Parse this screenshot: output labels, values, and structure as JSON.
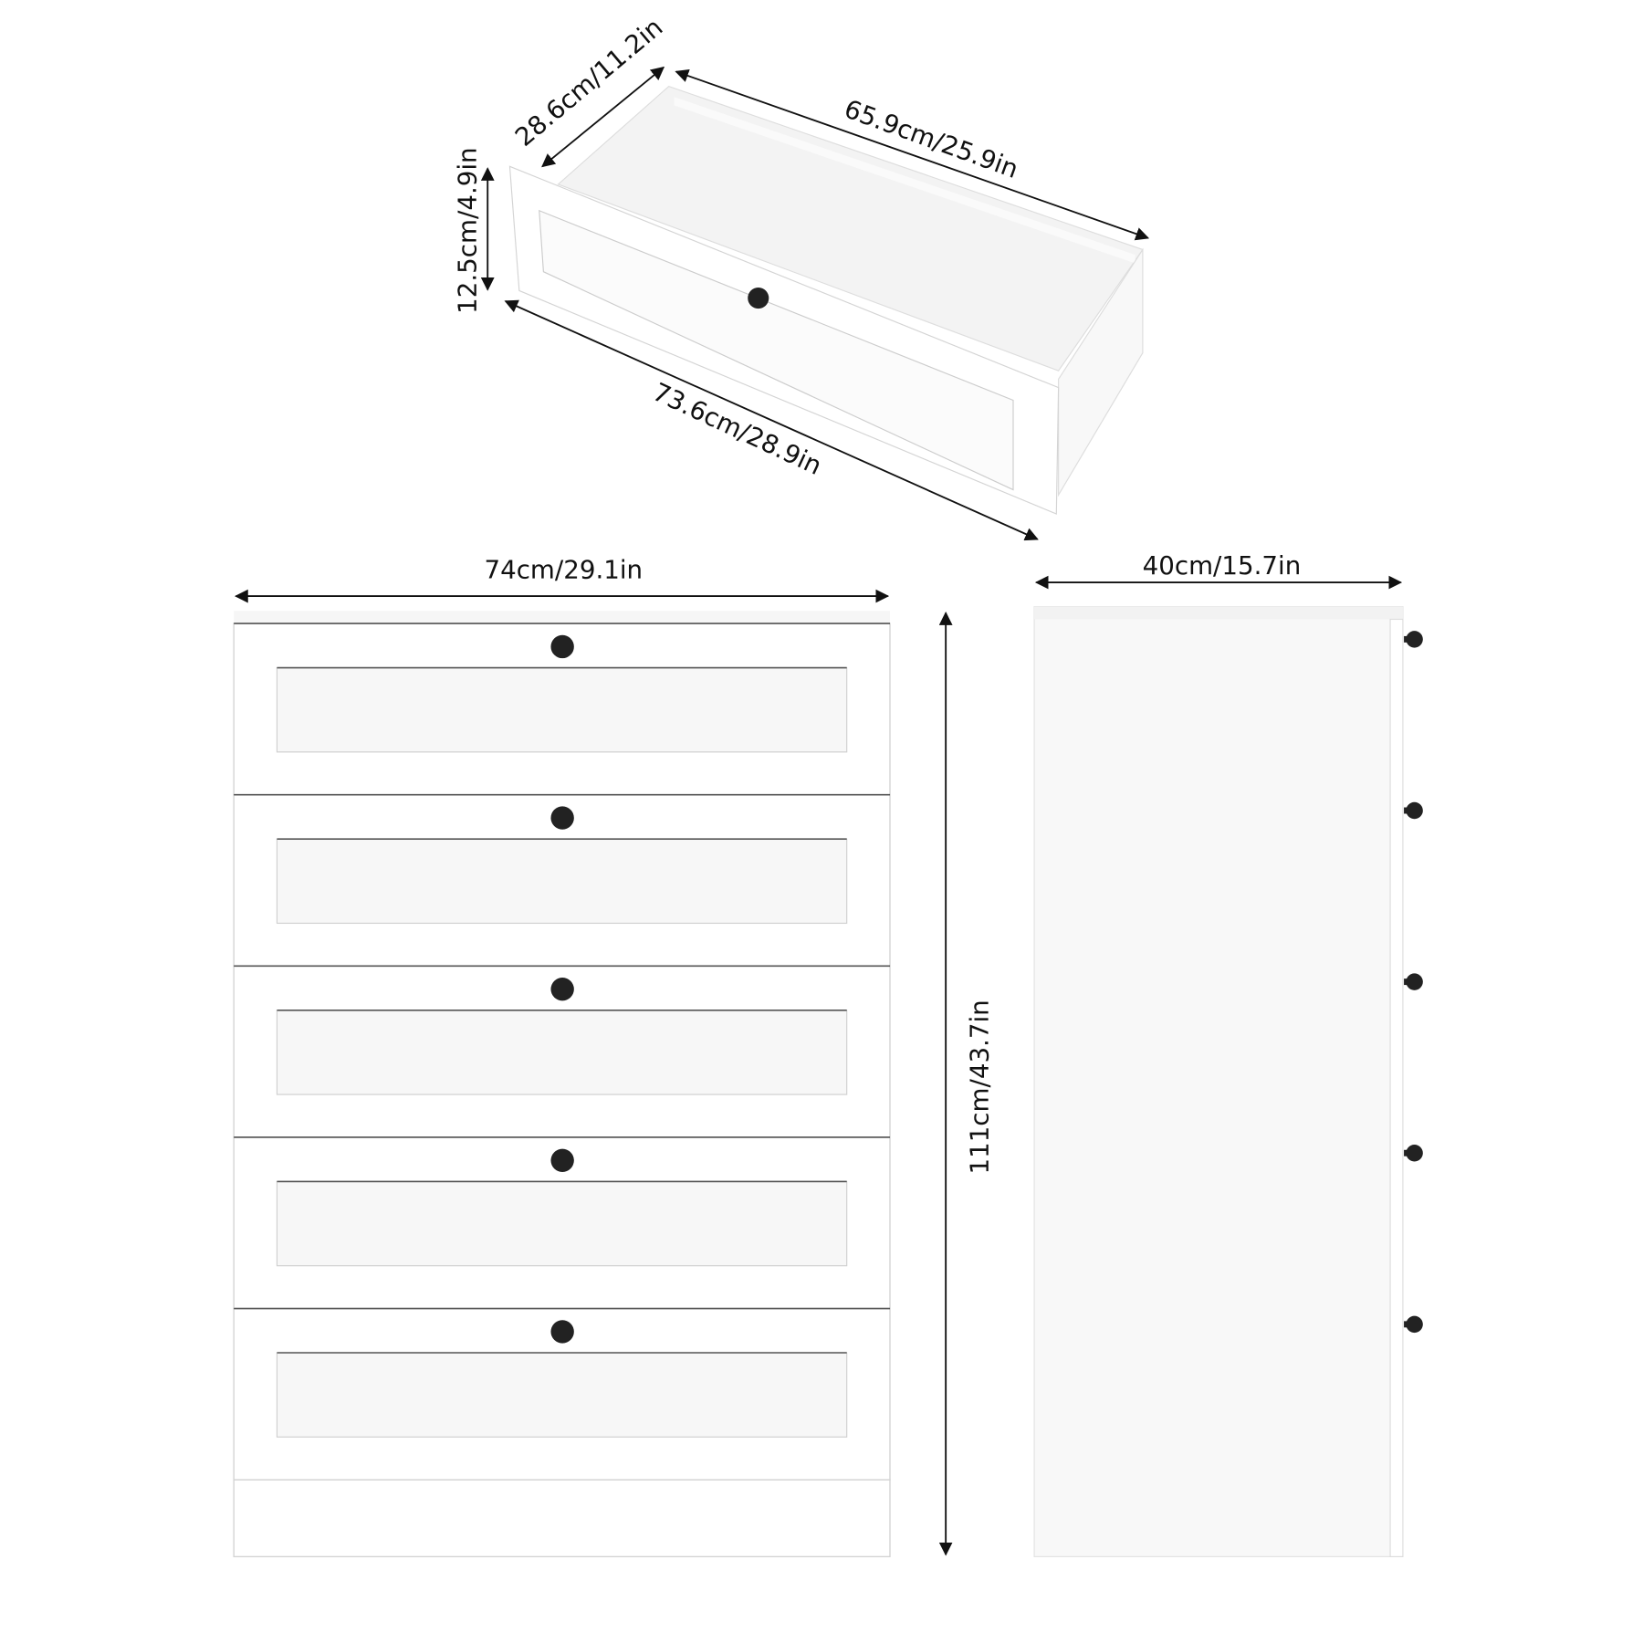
{
  "drawer": {
    "depth_label": "28.6cm/11.2in",
    "inner_length_label": "65.9cm/25.9in",
    "height_label": "12.5cm/4.9in",
    "outer_length_label": "73.6cm/28.9in"
  },
  "front_view": {
    "width_label": "74cm/29.1in",
    "height_label": "111cm/43.7in",
    "drawer_count": 5
  },
  "side_view": {
    "depth_label": "40cm/15.7in"
  },
  "colors": {
    "furniture": "#ffffff",
    "knob": "#222222",
    "line": "#111111"
  }
}
